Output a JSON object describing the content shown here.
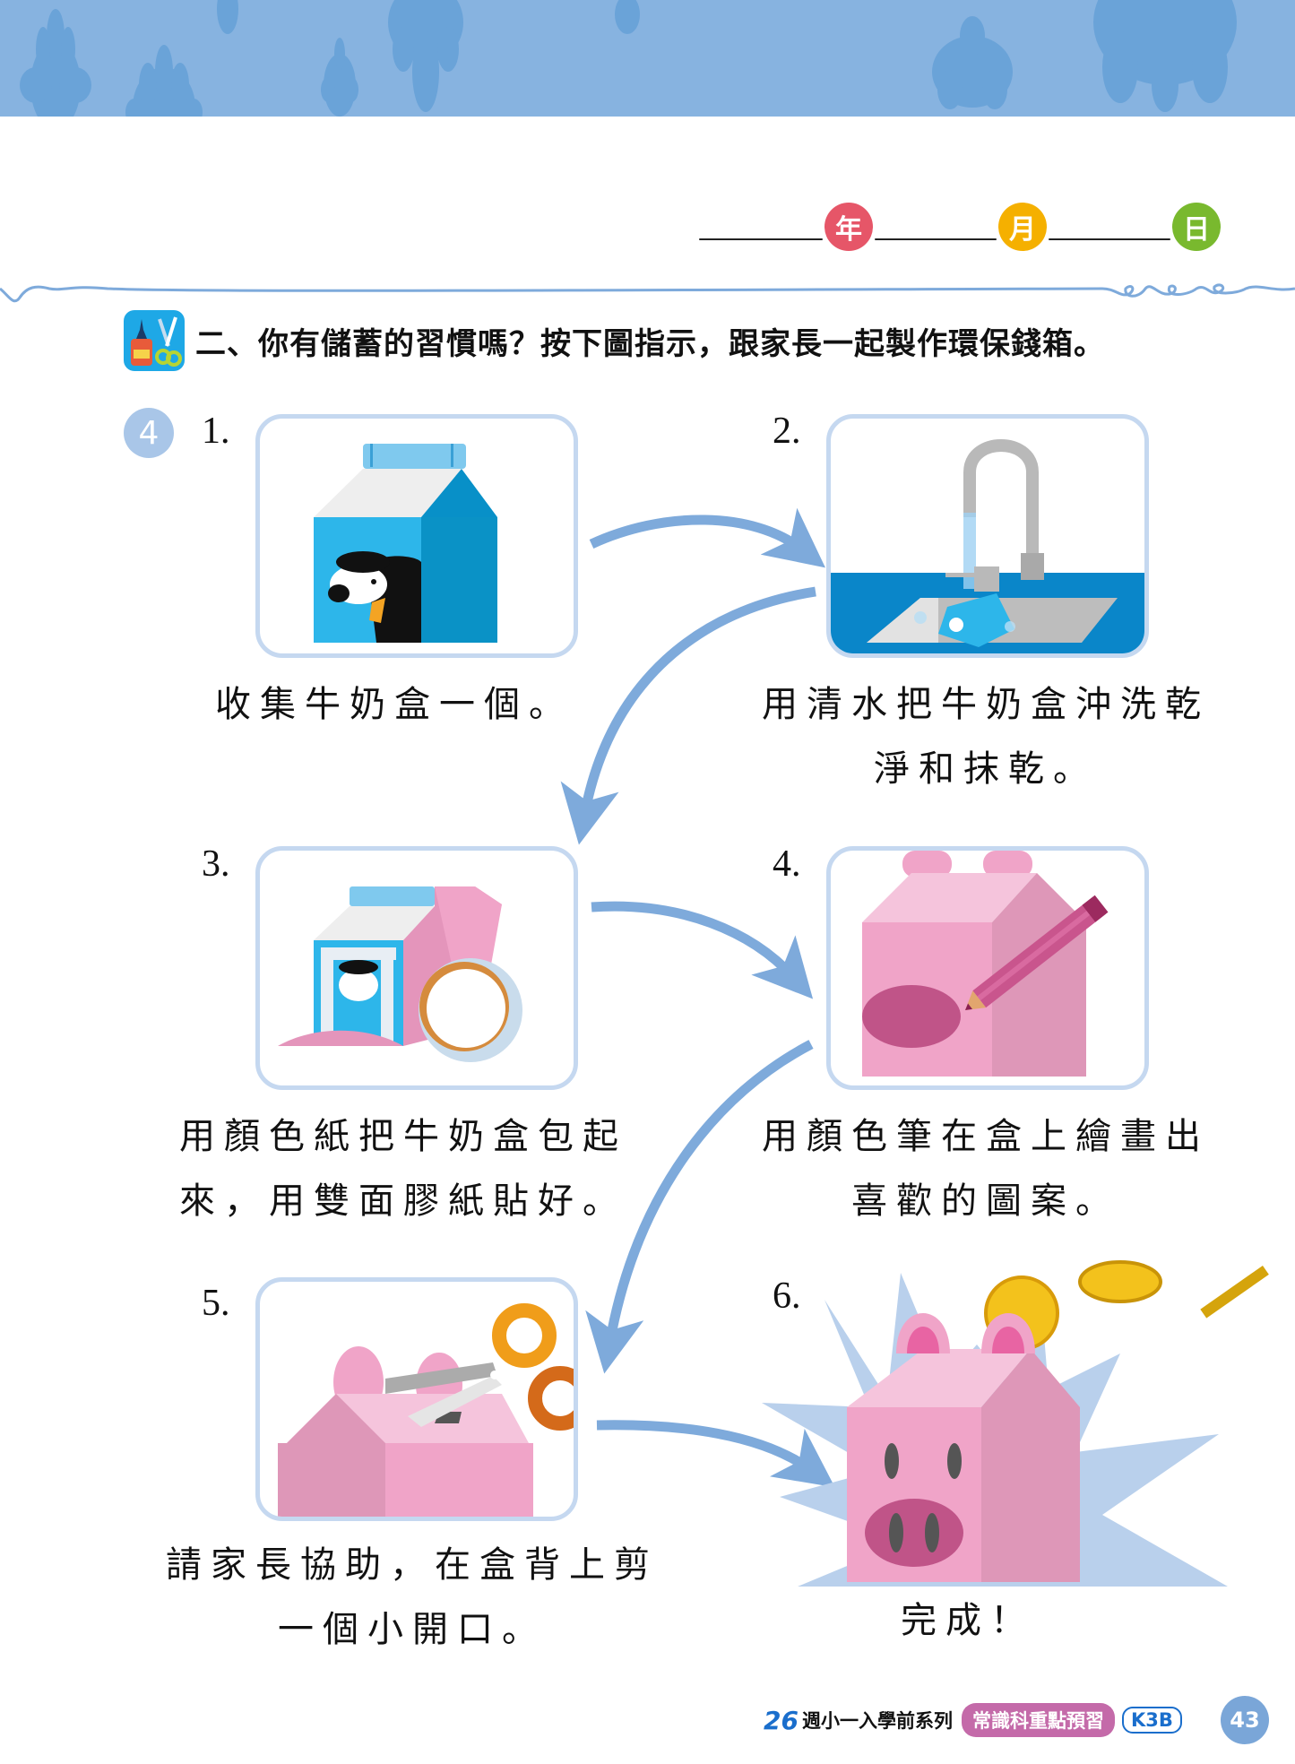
{
  "header": {
    "date": {
      "year_label": "年",
      "month_label": "月",
      "day_label": "日"
    },
    "colors": {
      "banner": "#87b3e0",
      "year": "#e65668",
      "month": "#f5b000",
      "day": "#79b92e"
    }
  },
  "section": {
    "title": "二、你有儲蓄的習慣嗎？按下圖指示，跟家長一起製作環保錢箱。",
    "icon": "glue-scissors-icon"
  },
  "question_number": "4",
  "steps": [
    {
      "number": "1.",
      "caption_lines": [
        "收集牛奶盒一個。"
      ],
      "image": "milk-carton-cow"
    },
    {
      "number": "2.",
      "caption_lines": [
        "用清水把牛奶盒沖洗乾",
        "淨和抹乾。"
      ],
      "image": "faucet-sink-washing-carton"
    },
    {
      "number": "3.",
      "caption_lines": [
        "用顏色紙把牛奶盒包起",
        "來，用雙面膠紙貼好。"
      ],
      "image": "carton-wrapped-pink-paper-tape"
    },
    {
      "number": "4.",
      "caption_lines": [
        "用顏色筆在盒上繪畫出",
        "喜歡的圖案。"
      ],
      "image": "pink-box-pencil-drawing"
    },
    {
      "number": "5.",
      "caption_lines": [
        "請家長協助，在盒背上剪",
        "一個小開口。"
      ],
      "image": "scissors-cutting-slot"
    },
    {
      "number": "6.",
      "caption_lines": [
        "完成！"
      ],
      "image": "pig-money-box-coins"
    }
  ],
  "footer": {
    "series_number": "26",
    "series_text": "週小一入學前系列",
    "subject": "常識科重點預習",
    "level": "K3B",
    "page": "43"
  }
}
